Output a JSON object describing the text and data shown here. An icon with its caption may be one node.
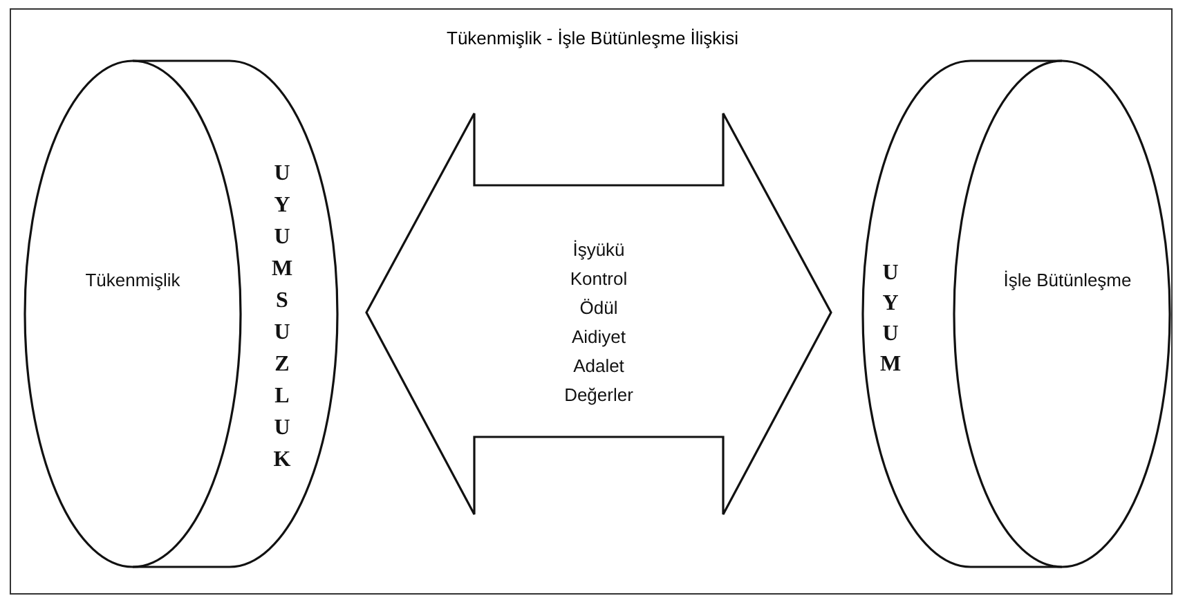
{
  "diagram": {
    "title": "Tükenmişlik - İşle Bütünleşme İlişkisi",
    "nodes": [
      {
        "text": [
          "Tükenmişlik",
          "UYUMSUZLUK"
        ]
      },
      {
        "text": [
          "İşyükü",
          "Kontrol",
          "Ödül",
          "Aidiyet",
          "Adalet",
          "Değerler"
        ]
      },
      {
        "text": [
          "UYUM",
          "İşle Bütünleşme"
        ]
      }
    ]
  }
}
